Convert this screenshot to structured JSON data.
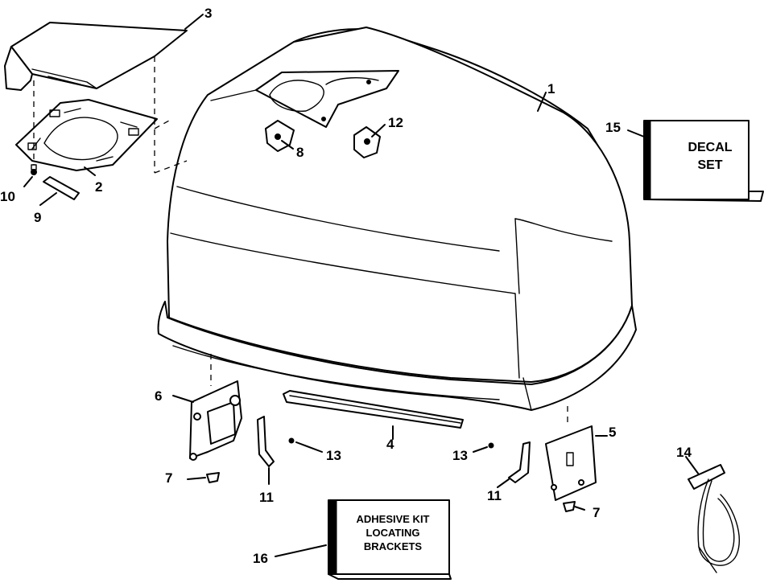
{
  "labels": {
    "l1": "1",
    "l2": "2",
    "l3": "3",
    "l4": "4",
    "l5": "5",
    "l6": "6",
    "l7a": "7",
    "l7b": "7",
    "l8": "8",
    "l9": "9",
    "l10": "10",
    "l11a": "11",
    "l11b": "11",
    "l12": "12",
    "l13a": "13",
    "l13b": "13",
    "l14": "14",
    "l15": "15",
    "l16": "16"
  },
  "decal_box": {
    "line1": "DECAL",
    "line2": "SET"
  },
  "adhesive_box": {
    "line1": "ADHESIVE KIT",
    "line2": "LOCATING",
    "line3": "BRACKETS"
  }
}
